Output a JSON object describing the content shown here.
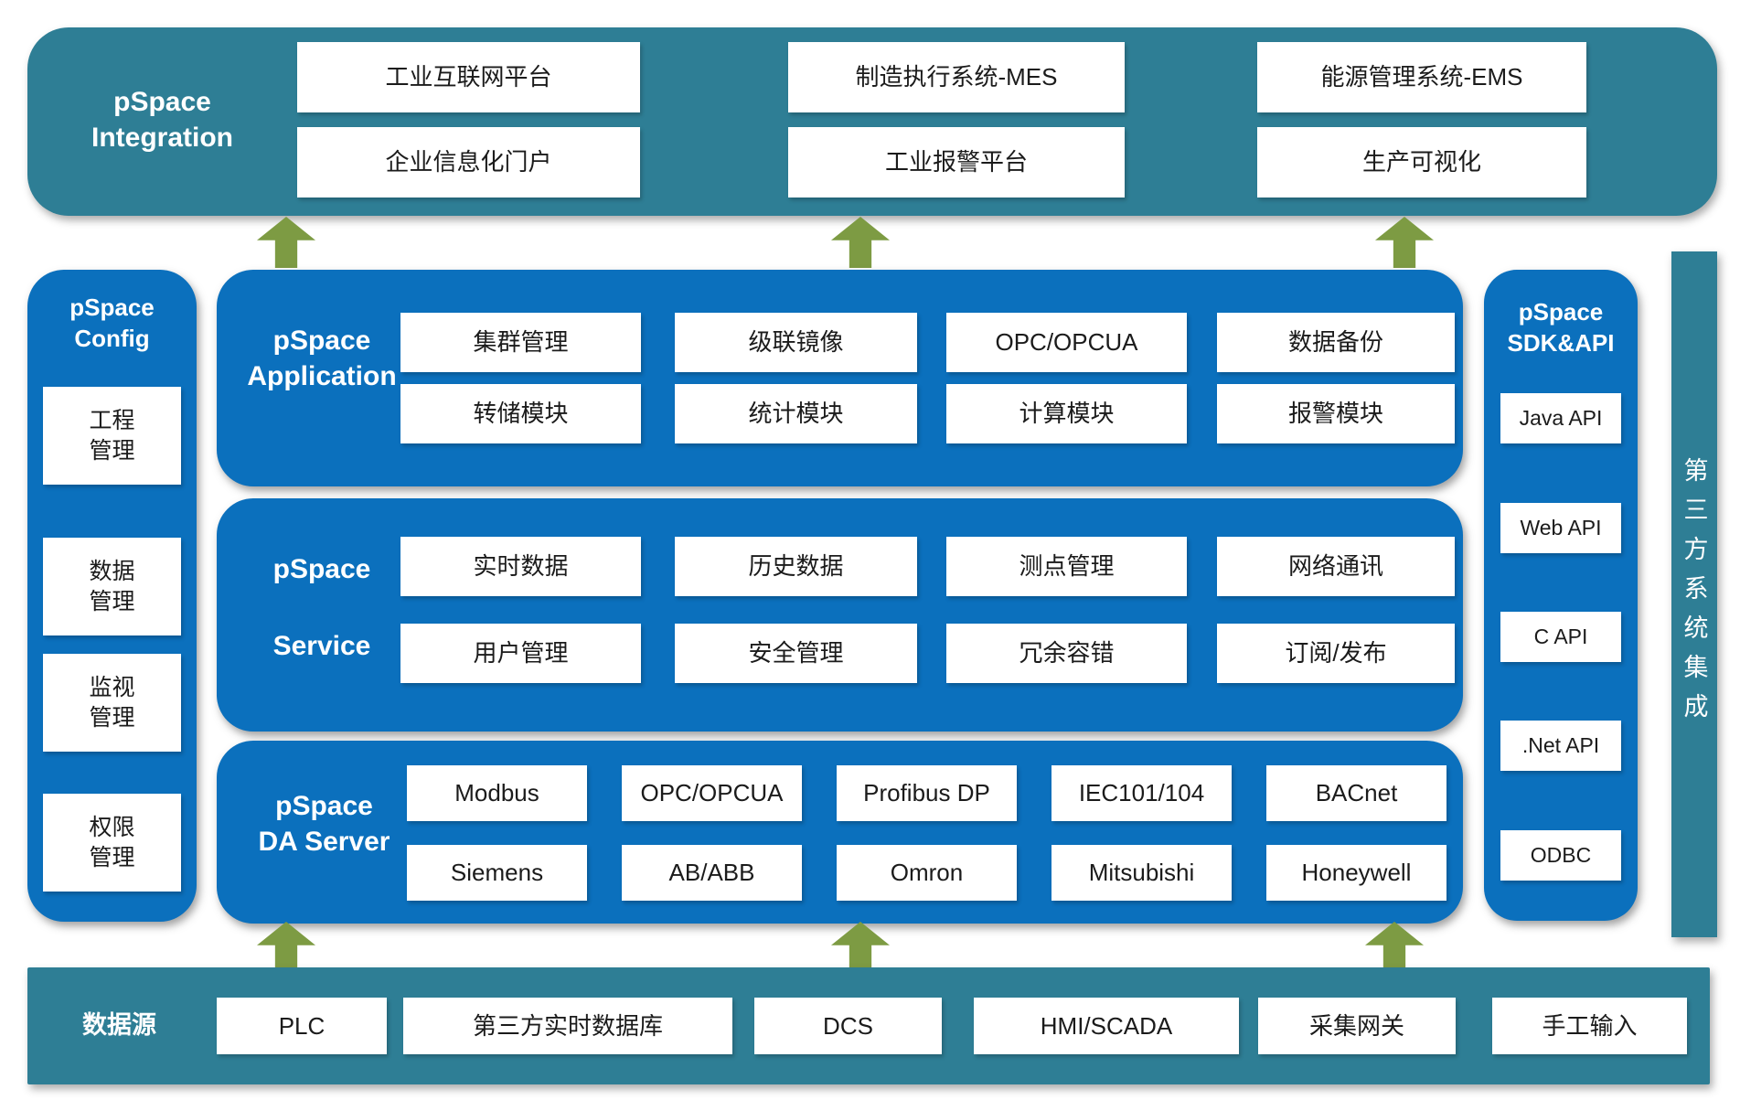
{
  "colors": {
    "teal": "#2e7e95",
    "blue": "#0b70bd",
    "arrow_green": "#7d9b43",
    "box_text": "#1b1b1b"
  },
  "integration": {
    "title": "pSpace\nIntegration",
    "col1": [
      "工业互联网平台",
      "企业信息化门户"
    ],
    "col2": [
      "制造执行系统-MES",
      "工业报警平台"
    ],
    "col3": [
      "能源管理系统-EMS",
      "生产可视化"
    ]
  },
  "config": {
    "title": "pSpace\nConfig",
    "items": [
      "工程\n管理",
      "数据\n管理",
      "监视\n管理",
      "权限\n管理"
    ]
  },
  "application": {
    "title": "pSpace\nApplication",
    "row1": [
      "集群管理",
      "级联镜像",
      "OPC/OPCUA",
      "数据备份"
    ],
    "row2": [
      "转储模块",
      "统计模块",
      "计算模块",
      "报警模块"
    ]
  },
  "service": {
    "title_line1": "pSpace",
    "title_line2": "Service",
    "row1": [
      "实时数据",
      "历史数据",
      "测点管理",
      "网络通讯"
    ],
    "row2": [
      "用户管理",
      "安全管理",
      "冗余容错",
      "订阅/发布"
    ]
  },
  "da_server": {
    "title": "pSpace\nDA Server",
    "row1": [
      "Modbus",
      "OPC/OPCUA",
      "Profibus DP",
      "IEC101/104",
      "BACnet"
    ],
    "row2": [
      "Siemens",
      "AB/ABB",
      "Omron",
      "Mitsubishi",
      "Honeywell"
    ]
  },
  "sdk": {
    "title": "pSpace\nSDK&API",
    "items": [
      "Java API",
      "Web API",
      "C API",
      ".Net API",
      "ODBC"
    ]
  },
  "third_party": {
    "label": "第三方系统集成"
  },
  "datasource": {
    "title": "数据源",
    "items": [
      "PLC",
      "第三方实时数据库",
      "DCS",
      "HMI/SCADA",
      "采集网关",
      "手工输入"
    ]
  }
}
